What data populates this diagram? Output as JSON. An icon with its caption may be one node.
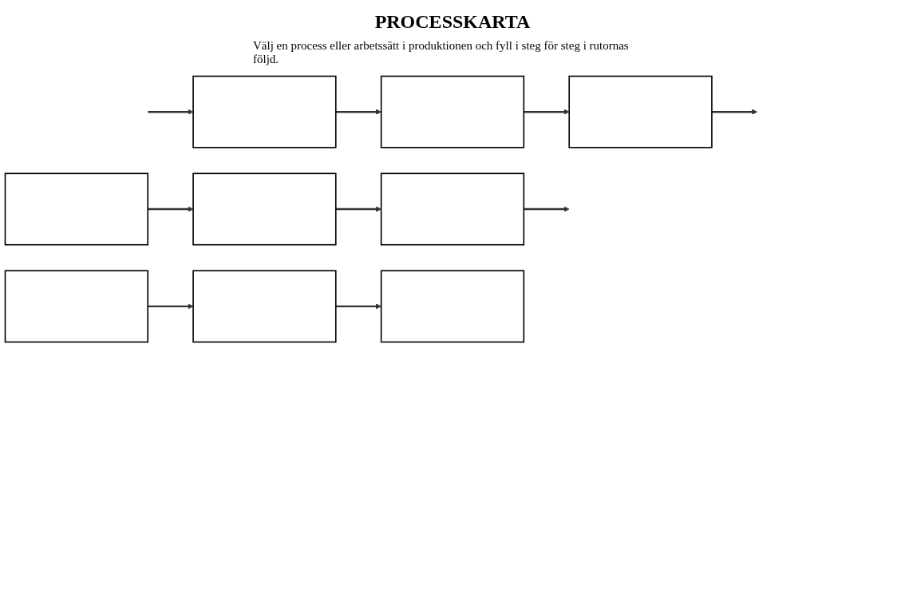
{
  "diagram": {
    "title": "PROCESSKARTA",
    "nodes": [
      {
        "text": [],
        "shape": "box"
      },
      {
        "text": [],
        "shape": "box"
      },
      {
        "text": [],
        "shape": "box"
      },
      {
        "text": [],
        "shape": "box"
      },
      {
        "text": [],
        "shape": "box"
      },
      {
        "text": [],
        "shape": "box"
      },
      {
        "text": [],
        "shape": "box"
      },
      {
        "text": [],
        "shape": "box"
      },
      {
        "text": [],
        "shape": "box"
      }
    ],
    "edges": [
      {
        "from": null,
        "to": 0,
        "arrow": "to"
      },
      {
        "from": 0,
        "to": 1,
        "arrow": "to"
      },
      {
        "from": 1,
        "to": 2,
        "arrow": "to"
      },
      {
        "from": 2,
        "to": null,
        "arrow": "to"
      },
      {
        "from": 3,
        "to": 4,
        "arrow": "to"
      },
      {
        "from": 4,
        "to": 5,
        "arrow": "to"
      },
      {
        "from": 5,
        "to": null,
        "arrow": "to"
      },
      {
        "from": 6,
        "to": 7,
        "arrow": "to"
      },
      {
        "from": 7,
        "to": 8,
        "arrow": "to"
      }
    ],
    "labels": [
      "Välj en process eller arbetssätt i produktionen och fyll i steg för steg i rutornas följd."
    ]
  }
}
